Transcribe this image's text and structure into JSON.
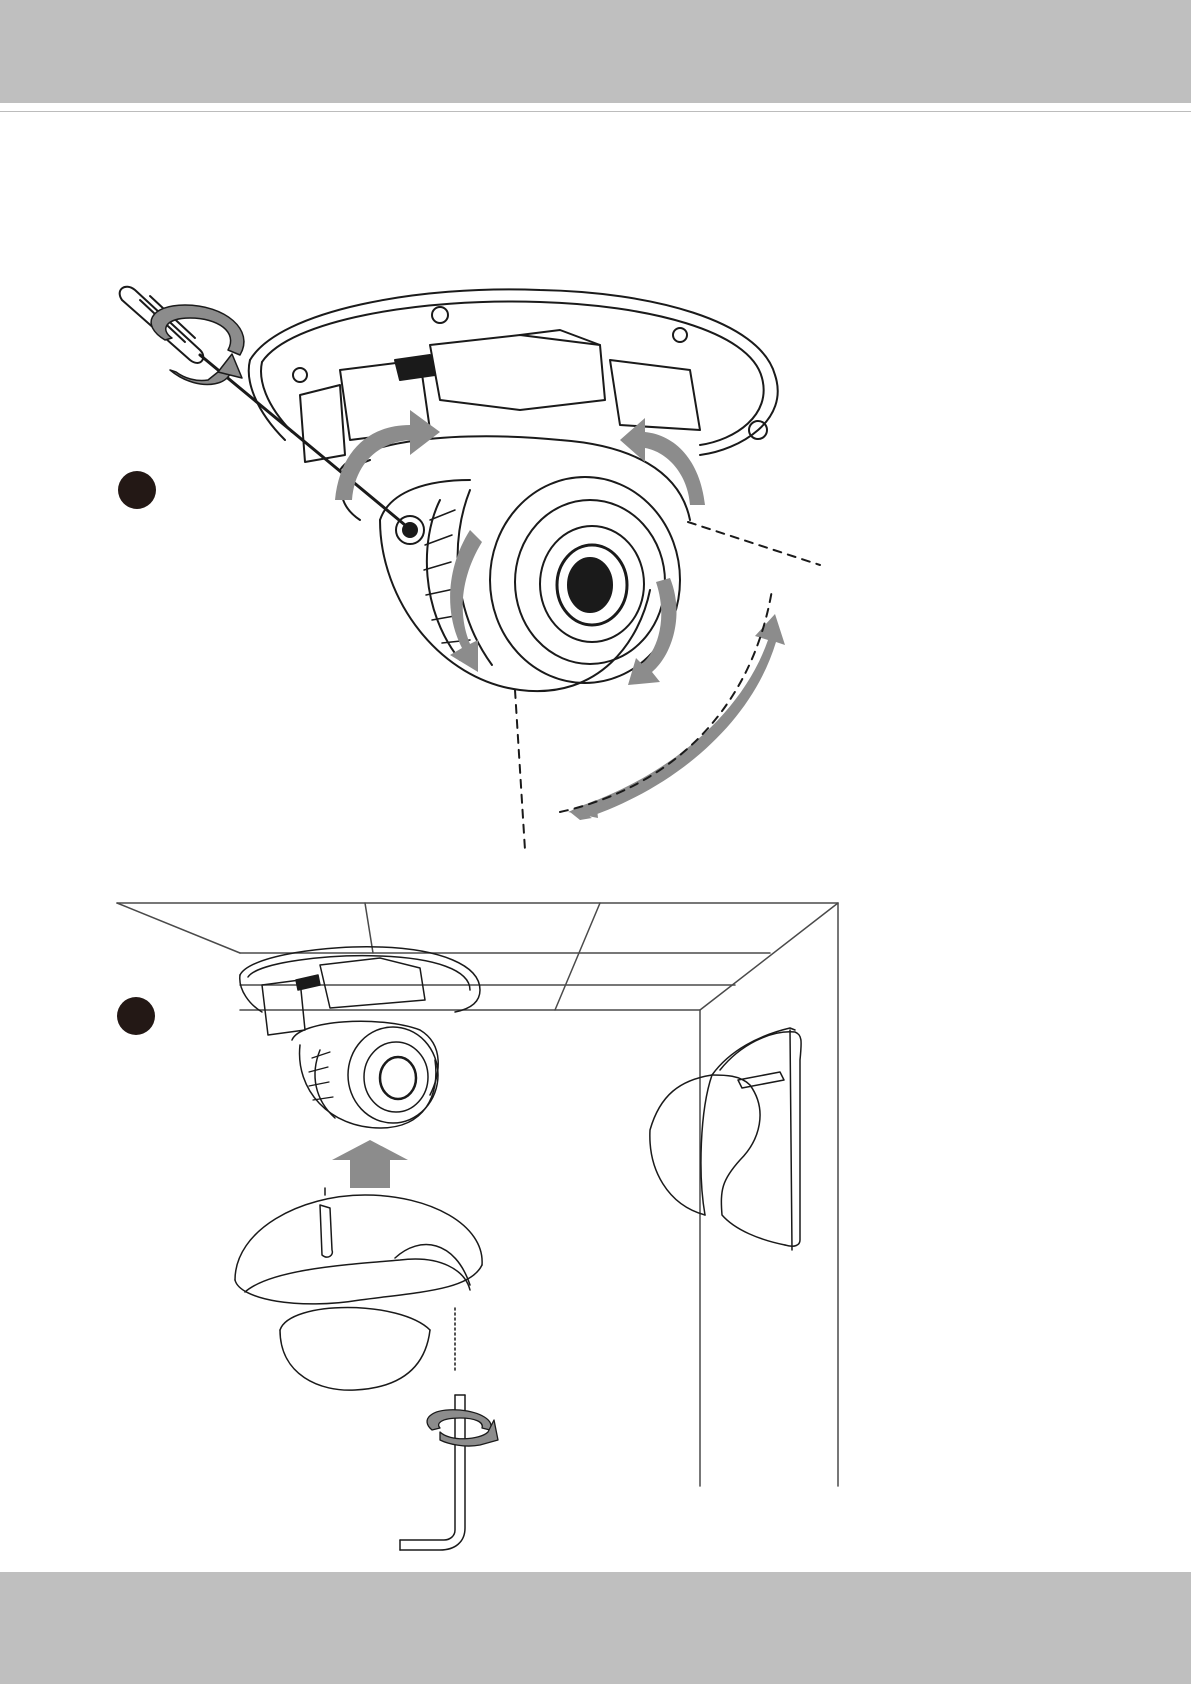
{
  "page": {
    "header_bar_color": "#bfbfbf",
    "footer_bar_color": "#bfbfbf",
    "header_text": "",
    "footer_text": ""
  },
  "figures": [
    {
      "id": "step-1",
      "description_icon": "adjust-lens-angle-with-screwdriver",
      "marker_color": "#231815",
      "arrow_color": "#8c8c8c"
    },
    {
      "id": "step-2",
      "description_icon": "attach-dome-cover-with-hex-key",
      "marker_color": "#231815",
      "arrow_color": "#8c8c8c"
    }
  ]
}
